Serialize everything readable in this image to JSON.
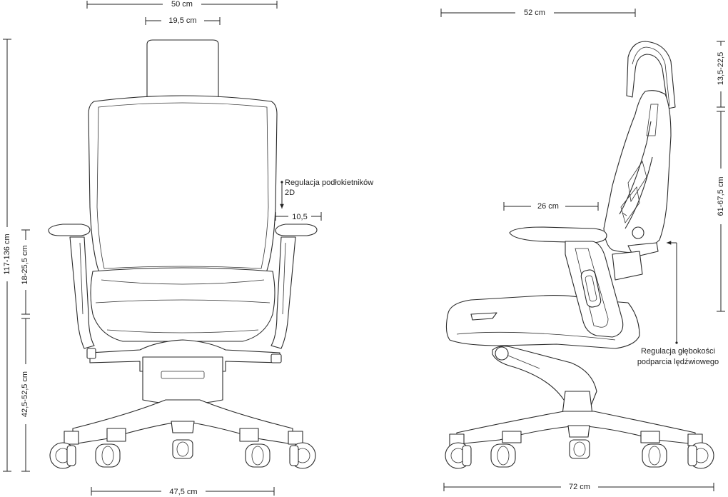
{
  "front_view": {
    "dim_width_total": "50 cm",
    "dim_headrest_width": "19,5 cm",
    "dim_base_width": "47,5 cm",
    "dim_total_height": "117-136 cm",
    "dim_armrest_height": "18-25,5 cm",
    "dim_seat_height": "42,5-52,5 cm",
    "dim_armrest_offset": "10,5",
    "label_armrest_adjust_line1": "Regulacja podłokietników",
    "label_armrest_adjust_line2": "2D"
  },
  "side_view": {
    "dim_depth_total": "52 cm",
    "dim_armrest_length": "26 cm",
    "dim_base_depth": "72 cm",
    "dim_headrest_adjust": "13,5-22,5",
    "dim_backrest_height": "61-67,5 cm",
    "label_lumbar_line1": "Regulacja głębokości",
    "label_lumbar_line2": "podparcia lędźwiowego"
  }
}
